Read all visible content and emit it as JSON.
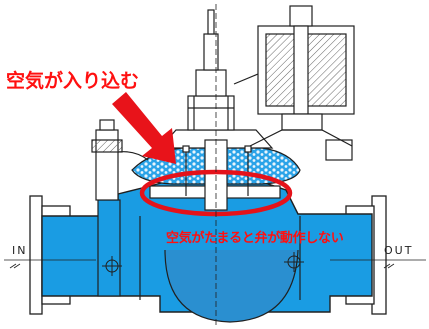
{
  "labels": {
    "air_entry": "空気が入り込む",
    "valve_note": "空気がたまると弁が動作しない",
    "inlet": "IN",
    "outlet": "OUT"
  },
  "colors": {
    "water": "#1a9ce3",
    "air": "#cfe6f6",
    "highlight": "#e4121a",
    "outline": "#202020"
  }
}
